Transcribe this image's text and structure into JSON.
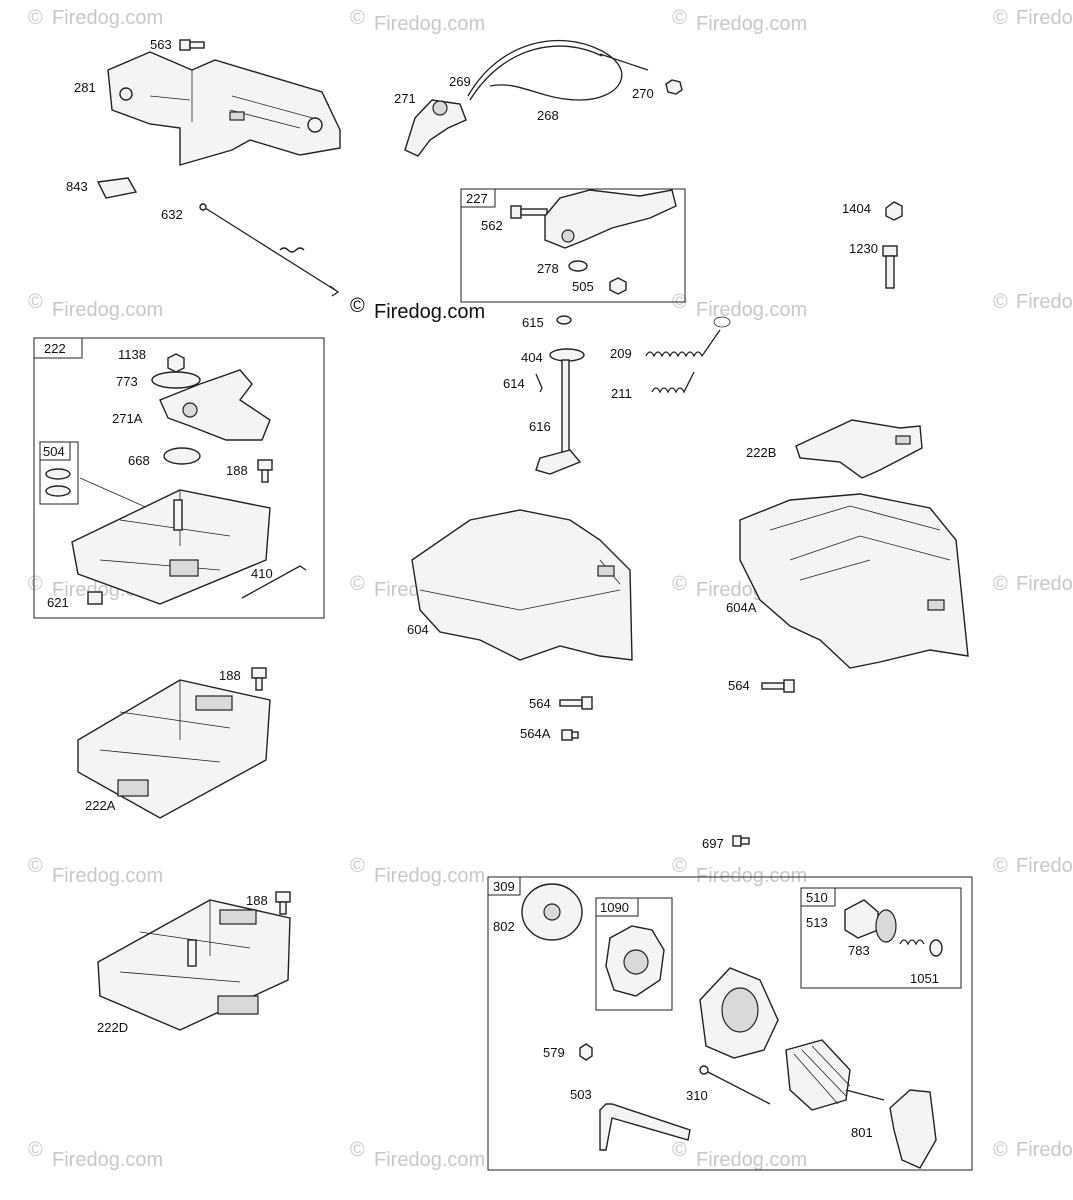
{
  "watermark": {
    "text": "Firedog.com",
    "symbol": "©",
    "main_text": "Firedog.com"
  },
  "groups": {
    "g222": "222",
    "g504": "504",
    "g227": "227",
    "g309": "309",
    "g1090": "1090",
    "g510": "510"
  },
  "labels": {
    "l563": "563",
    "l281": "281",
    "l843": "843",
    "l632": "632",
    "l271": "271",
    "l269": "269",
    "l268": "268",
    "l270": "270",
    "l562": "562",
    "l278": "278",
    "l505": "505",
    "l1404": "1404",
    "l1230": "1230",
    "l615": "615",
    "l404": "404",
    "l614": "614",
    "l616": "616",
    "l209": "209",
    "l211": "211",
    "l1138": "1138",
    "l773": "773",
    "l271A": "271A",
    "l668": "668",
    "l188a": "188",
    "l410": "410",
    "l621": "621",
    "l222B": "222B",
    "l604": "604",
    "l604A": "604A",
    "l564a": "564",
    "l564A": "564A",
    "l564b": "564",
    "l188b": "188",
    "l222A": "222A",
    "l188c": "188",
    "l222D": "222D",
    "l697": "697",
    "l802": "802",
    "l513": "513",
    "l783": "783",
    "l1051": "1051",
    "l579": "579",
    "l503": "503",
    "l310": "310",
    "l801": "801"
  }
}
